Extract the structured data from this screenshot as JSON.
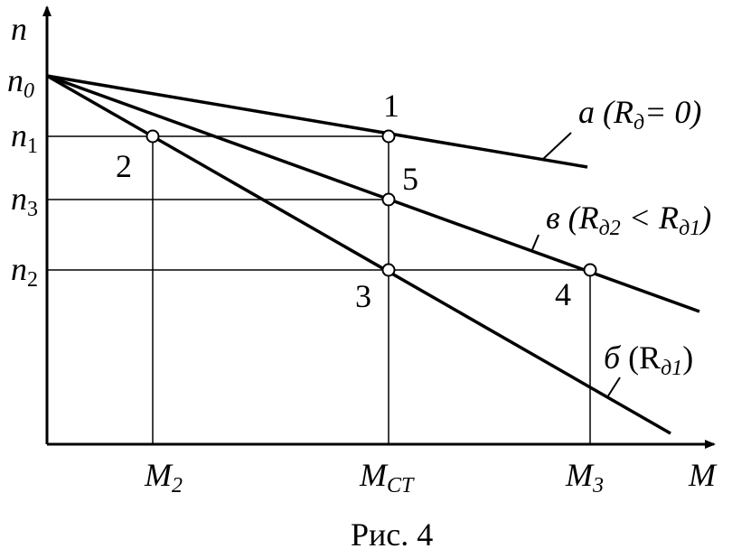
{
  "axes": {
    "y_label": "n",
    "x_label": "M",
    "y_ticks": [
      {
        "id": "n0",
        "base": "n",
        "sub": "0"
      },
      {
        "id": "n1",
        "base": "n",
        "sub": "1"
      },
      {
        "id": "n3",
        "base": "n",
        "sub": "3"
      },
      {
        "id": "n2",
        "base": "n",
        "sub": "2"
      }
    ],
    "x_ticks": [
      {
        "id": "M2",
        "base": "M",
        "sub": "2"
      },
      {
        "id": "MCT",
        "base": "M",
        "sub": "CT"
      },
      {
        "id": "M3",
        "base": "M",
        "sub": "3"
      }
    ]
  },
  "points": {
    "p1": "1",
    "p2": "2",
    "p3": "3",
    "p4": "4",
    "p5": "5"
  },
  "curves": {
    "a": {
      "letter": "a",
      "open": " (R",
      "sub": "д",
      "rest": "= 0)"
    },
    "v": {
      "letter": "в",
      "open": " (R",
      "sub1": "д2",
      "mid": " < R",
      "sub2": "д1",
      "close": ")"
    },
    "b": {
      "letter": "б",
      "open": " (R",
      "sub": "д1",
      "close": ")"
    }
  },
  "caption": "Рис. 4"
}
